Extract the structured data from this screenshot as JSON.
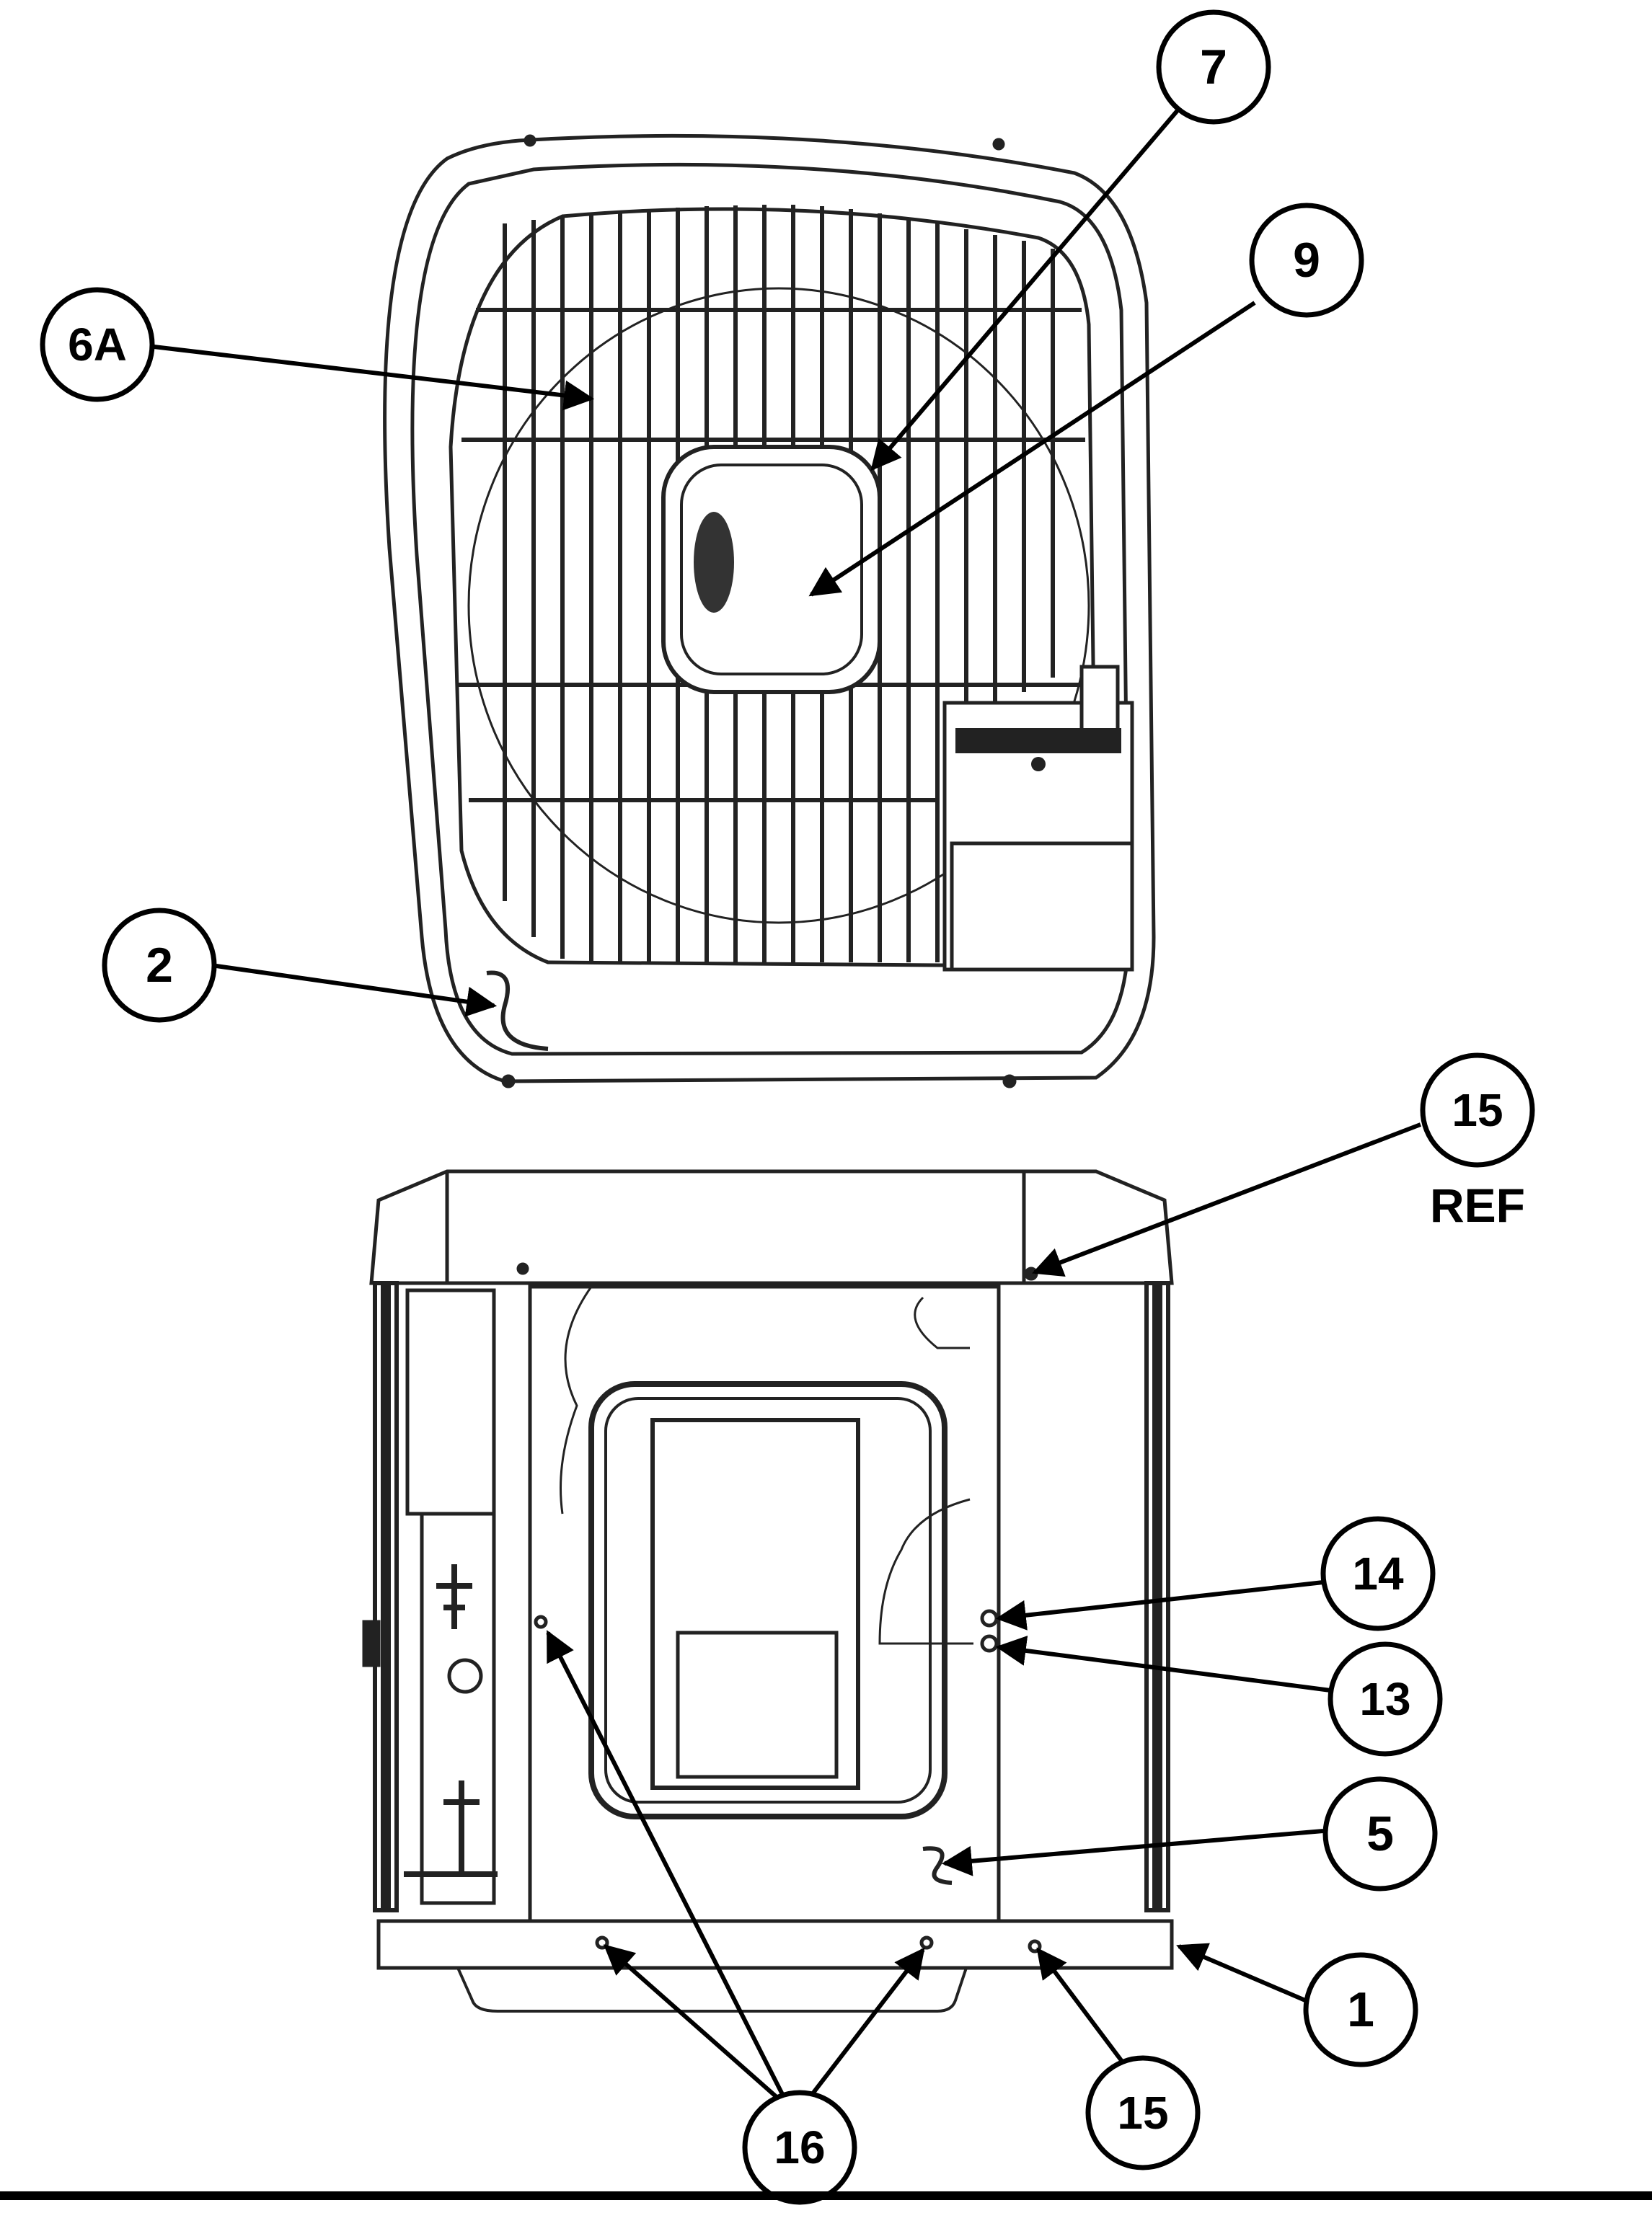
{
  "callouts": [
    {
      "id": "7",
      "label": "7"
    },
    {
      "id": "9",
      "label": "9"
    },
    {
      "id": "6A",
      "label": "6A"
    },
    {
      "id": "2",
      "label": "2"
    },
    {
      "id": "15-ref",
      "label": "15",
      "sublabel": "REF"
    },
    {
      "id": "14",
      "label": "14"
    },
    {
      "id": "13",
      "label": "13"
    },
    {
      "id": "5",
      "label": "5"
    },
    {
      "id": "1",
      "label": "1"
    },
    {
      "id": "15",
      "label": "15"
    },
    {
      "id": "16",
      "label": "16"
    }
  ]
}
